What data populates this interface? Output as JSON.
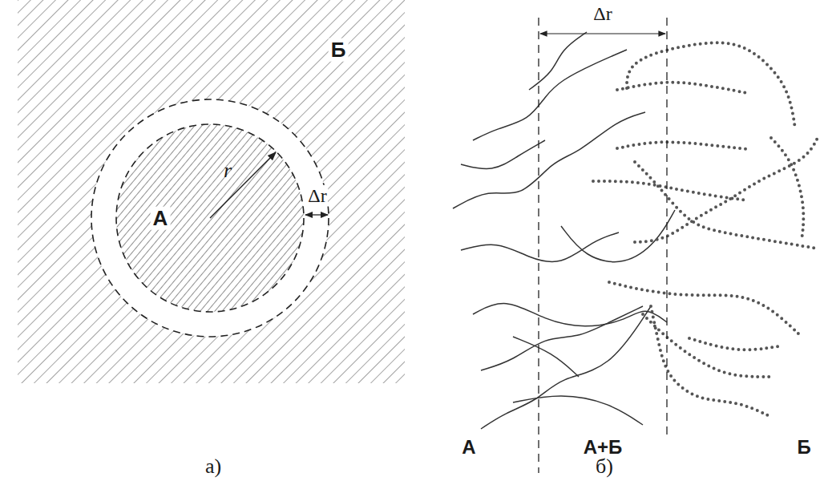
{
  "diagram": {
    "nodes": [
      {
        "text": [
          "Б"
        ]
      },
      {
        "text": [
          "А"
        ],
        "in": 0
      }
    ],
    "labels": [
      "r",
      "Δr",
      "а)",
      "Δr",
      "А",
      "А+Б",
      "Б",
      "б)"
    ]
  }
}
